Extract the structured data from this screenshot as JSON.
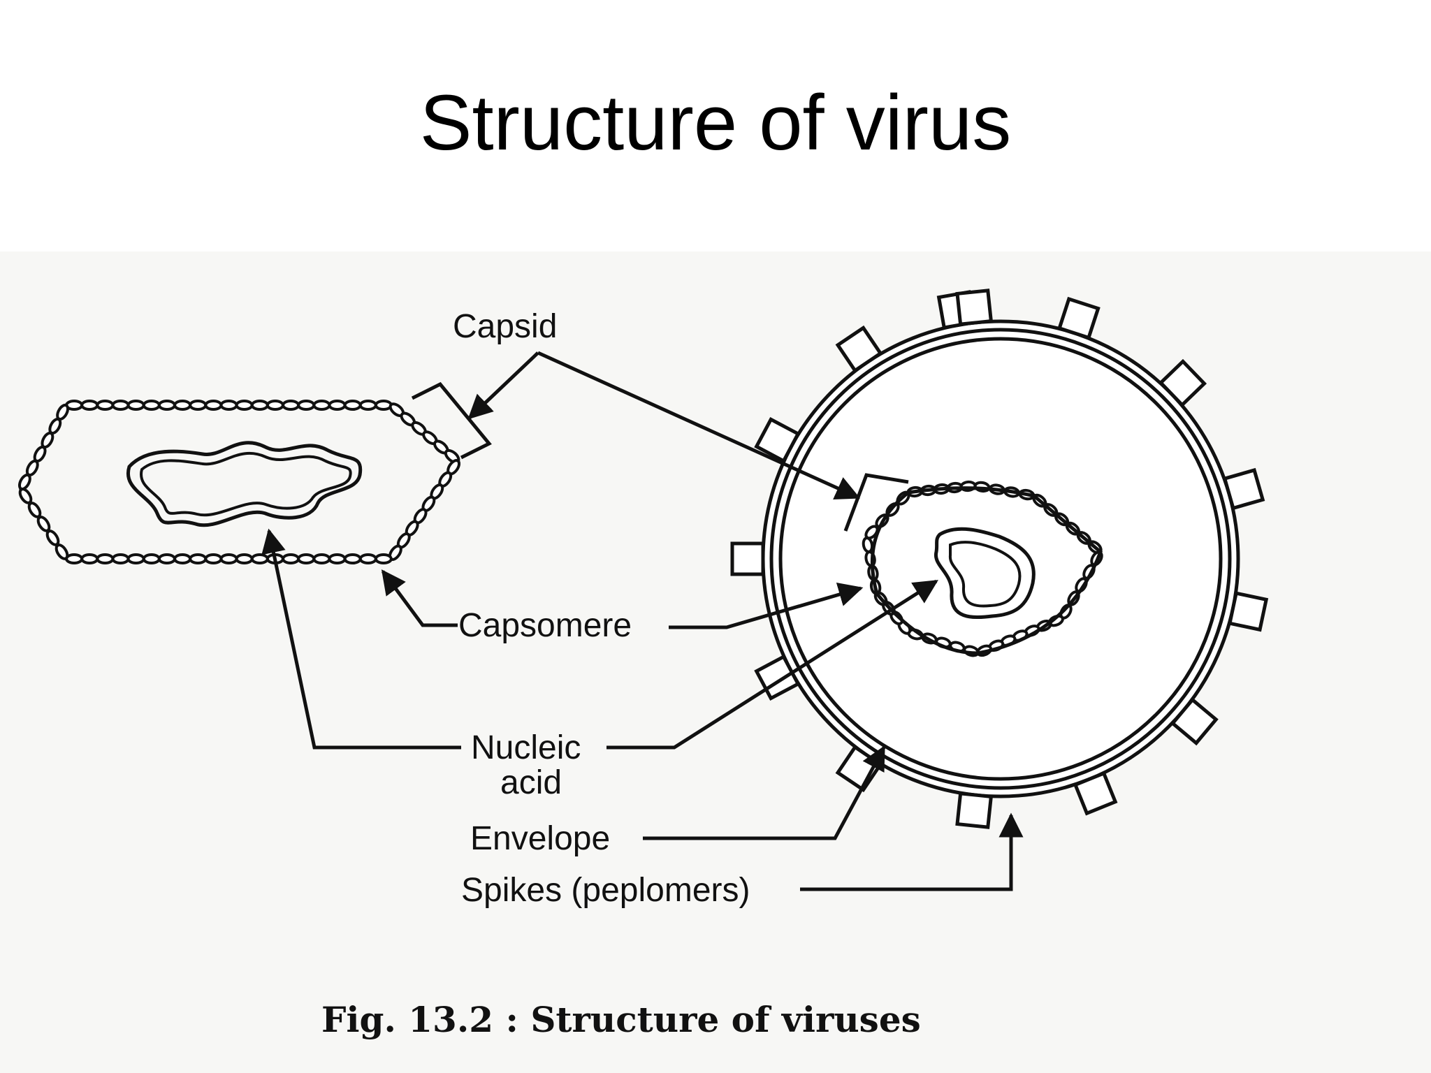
{
  "slide": {
    "title": "Structure of virus"
  },
  "diagram": {
    "labels": {
      "capsid": "Capsid",
      "capsomere": "Capsomere",
      "nucleic_acid_line1": "Nucleic",
      "nucleic_acid_line2": "acid",
      "envelope": "Envelope",
      "spikes": "Spikes (peplomers)"
    },
    "caption": "Fig. 13.2 : Structure of viruses"
  }
}
